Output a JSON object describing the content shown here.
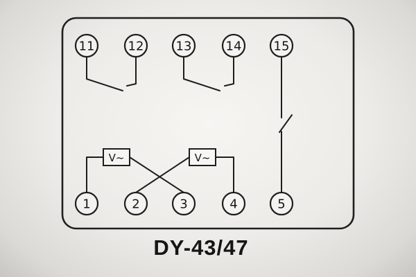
{
  "diagram": {
    "caption": "DY-43/47",
    "terminals_top": [
      "11",
      "12",
      "13",
      "14",
      "15"
    ],
    "terminals_bottom": [
      "1",
      "2",
      "3",
      "4",
      "5"
    ],
    "device_boxes": [
      {
        "label": "V~"
      },
      {
        "label": "V~"
      }
    ],
    "colors": {
      "line": "#1d1d1d",
      "background": "#edebe7"
    }
  }
}
